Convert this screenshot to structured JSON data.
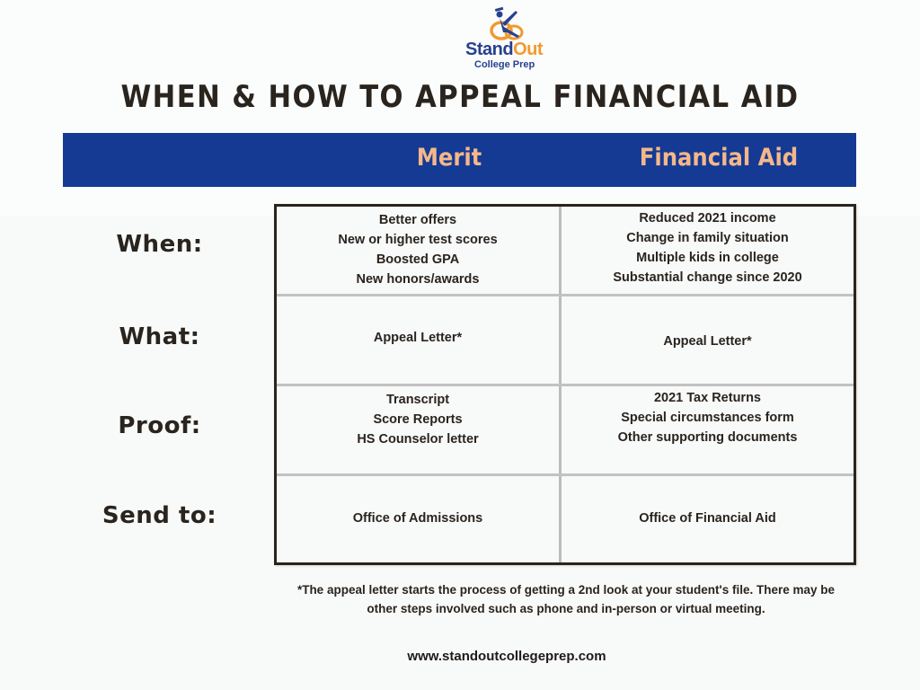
{
  "logo": {
    "word_stand": "Stand",
    "word_out": "Out",
    "subtitle": "College Prep",
    "colors": {
      "blue": "#27418f",
      "orange": "#f29a2e"
    }
  },
  "title": "WHEN & HOW TO APPEAL FINANCIAL AID",
  "header": {
    "background": "#143a94",
    "text_color": "#f5b78a",
    "columns": [
      "Merit",
      "Financial Aid"
    ]
  },
  "rows": [
    {
      "label": "When:",
      "merit": [
        "Better offers",
        "New or higher test scores",
        "Boosted GPA",
        "New honors/awards"
      ],
      "financial_aid": [
        "Reduced 2021 income",
        "Change in family situation",
        "Multiple kids in college",
        "Substantial change since 2020"
      ]
    },
    {
      "label": "What:",
      "merit": [
        "Appeal Letter*"
      ],
      "financial_aid": [
        "Appeal Letter*"
      ]
    },
    {
      "label": "Proof:",
      "merit": [
        "Transcript",
        "Score Reports",
        "HS Counselor letter"
      ],
      "financial_aid": [
        "2021 Tax Returns",
        "Special circumstances form",
        "Other supporting documents"
      ]
    },
    {
      "label": "Send to:",
      "merit": [
        "Office of Admissions"
      ],
      "financial_aid": [
        "Office of Financial Aid"
      ]
    }
  ],
  "footnote": {
    "line1": "*The appeal letter starts the process of getting a 2nd look at your student's file. There may be",
    "line2": "other steps involved such as phone and in-person or virtual meeting."
  },
  "website": "www.standoutcollegeprep.com"
}
